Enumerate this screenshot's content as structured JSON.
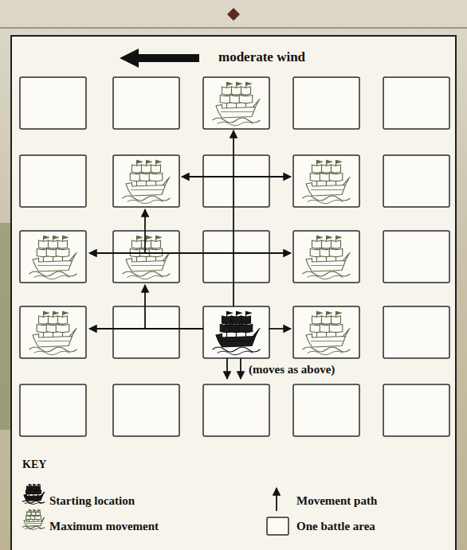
{
  "diagram": {
    "labels": [
      "moderate wind",
      "(moves as above)",
      "KEY"
    ],
    "legend": [
      {
        "text": "Starting location"
      },
      {
        "text": "Maximum movement"
      },
      {
        "text": "Movement path"
      },
      {
        "text": "One battle area"
      }
    ]
  }
}
